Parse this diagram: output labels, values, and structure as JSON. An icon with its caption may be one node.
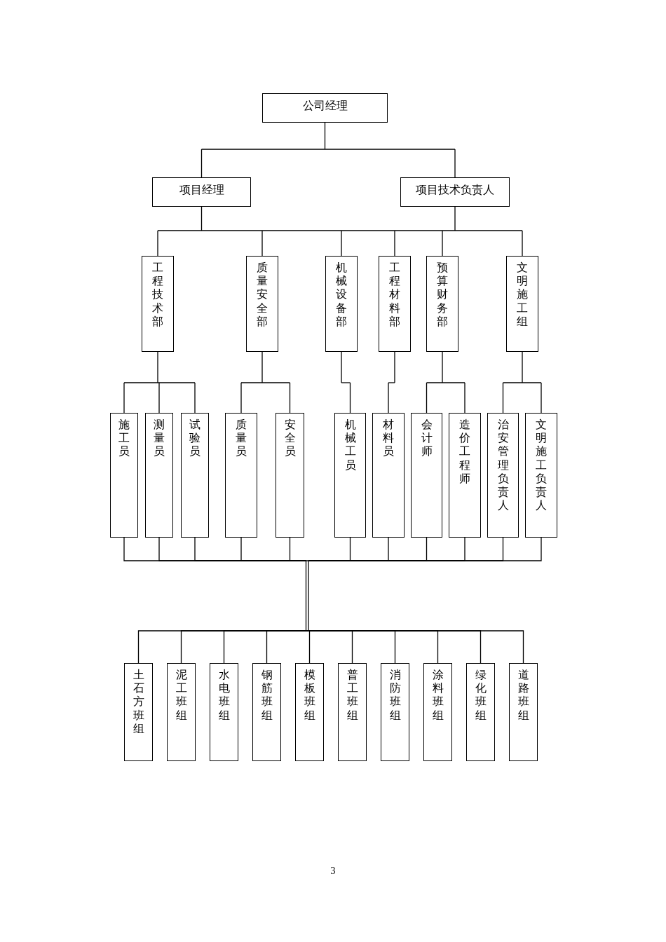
{
  "diagram": {
    "nodes": [
      {
        "text": [
          "公司经理"
        ]
      },
      {
        "text": [
          "项目经理"
        ]
      },
      {
        "text": [
          "项目技术负责人"
        ]
      },
      {
        "text": [
          "工程技术部"
        ]
      },
      {
        "text": [
          "质量安全部"
        ]
      },
      {
        "text": [
          "机械设备部"
        ]
      },
      {
        "text": [
          "工程材料部"
        ]
      },
      {
        "text": [
          "预算财务部"
        ]
      },
      {
        "text": [
          "文明施工组"
        ]
      },
      {
        "text": [
          "施工员"
        ]
      },
      {
        "text": [
          "测量员"
        ]
      },
      {
        "text": [
          "试验员"
        ]
      },
      {
        "text": [
          "质量员"
        ]
      },
      {
        "text": [
          "安全员"
        ]
      },
      {
        "text": [
          "机械工员"
        ]
      },
      {
        "text": [
          "材料员"
        ]
      },
      {
        "text": [
          "会计师"
        ]
      },
      {
        "text": [
          "造价工程师"
        ]
      },
      {
        "text": [
          "治安管理负责人"
        ]
      },
      {
        "text": [
          "文明施工负责人"
        ]
      },
      {
        "text": [
          "土石方班组"
        ]
      },
      {
        "text": [
          "泥工班组"
        ]
      },
      {
        "text": [
          "水电班组"
        ]
      },
      {
        "text": [
          "钢筋班组"
        ]
      },
      {
        "text": [
          "模板班组"
        ]
      },
      {
        "text": [
          "普工班组"
        ]
      },
      {
        "text": [
          "消防班组"
        ]
      },
      {
        "text": [
          "涂料班组"
        ]
      },
      {
        "text": [
          "绿化班组"
        ]
      },
      {
        "text": [
          "道路班组"
        ]
      }
    ],
    "edges": [
      {
        "from": 0,
        "to": 1,
        "arrow": "none"
      },
      {
        "from": 0,
        "to": 2,
        "arrow": "none"
      },
      {
        "from": 1,
        "to": 3,
        "arrow": "none"
      },
      {
        "from": 1,
        "to": 4,
        "arrow": "none"
      },
      {
        "from": 1,
        "to": 5,
        "arrow": "none"
      },
      {
        "from": 1,
        "to": 6,
        "arrow": "none"
      },
      {
        "from": 1,
        "to": 7,
        "arrow": "none"
      },
      {
        "from": 1,
        "to": 8,
        "arrow": "none"
      },
      {
        "from": 2,
        "to": 3,
        "arrow": "none"
      },
      {
        "from": 2,
        "to": 4,
        "arrow": "none"
      },
      {
        "from": 2,
        "to": 5,
        "arrow": "none"
      },
      {
        "from": 2,
        "to": 6,
        "arrow": "none"
      },
      {
        "from": 2,
        "to": 7,
        "arrow": "none"
      },
      {
        "from": 2,
        "to": 8,
        "arrow": "none"
      },
      {
        "from": 3,
        "to": 9,
        "arrow": "none"
      },
      {
        "from": 3,
        "to": 10,
        "arrow": "none"
      },
      {
        "from": 3,
        "to": 11,
        "arrow": "none"
      },
      {
        "from": 4,
        "to": 12,
        "arrow": "none"
      },
      {
        "from": 4,
        "to": 13,
        "arrow": "none"
      },
      {
        "from": 5,
        "to": 14,
        "arrow": "none"
      },
      {
        "from": 6,
        "to": 15,
        "arrow": "none"
      },
      {
        "from": 7,
        "to": 16,
        "arrow": "none"
      },
      {
        "from": 7,
        "to": 17,
        "arrow": "none"
      },
      {
        "from": 8,
        "to": 18,
        "arrow": "none"
      },
      {
        "from": 8,
        "to": 19,
        "arrow": "none"
      },
      {
        "from": 9,
        "to": 20,
        "arrow": "none"
      },
      {
        "from": 9,
        "to": 21,
        "arrow": "none"
      },
      {
        "from": 9,
        "to": 22,
        "arrow": "none"
      },
      {
        "from": 9,
        "to": 23,
        "arrow": "none"
      },
      {
        "from": 9,
        "to": 24,
        "arrow": "none"
      },
      {
        "from": 9,
        "to": 25,
        "arrow": "none"
      },
      {
        "from": 9,
        "to": 26,
        "arrow": "none"
      },
      {
        "from": 9,
        "to": 27,
        "arrow": "none"
      },
      {
        "from": 9,
        "to": 28,
        "arrow": "none"
      },
      {
        "from": 9,
        "to": 29,
        "arrow": "none"
      },
      {
        "from": 10,
        "to": 20,
        "arrow": "none"
      },
      {
        "from": 10,
        "to": 21,
        "arrow": "none"
      },
      {
        "from": 10,
        "to": 22,
        "arrow": "none"
      },
      {
        "from": 10,
        "to": 23,
        "arrow": "none"
      },
      {
        "from": 10,
        "to": 24,
        "arrow": "none"
      },
      {
        "from": 10,
        "to": 25,
        "arrow": "none"
      },
      {
        "from": 10,
        "to": 26,
        "arrow": "none"
      },
      {
        "from": 10,
        "to": 27,
        "arrow": "none"
      },
      {
        "from": 10,
        "to": 28,
        "arrow": "none"
      },
      {
        "from": 10,
        "to": 29,
        "arrow": "none"
      },
      {
        "from": 11,
        "to": 20,
        "arrow": "none"
      },
      {
        "from": 11,
        "to": 21,
        "arrow": "none"
      },
      {
        "from": 11,
        "to": 22,
        "arrow": "none"
      },
      {
        "from": 11,
        "to": 23,
        "arrow": "none"
      },
      {
        "from": 11,
        "to": 24,
        "arrow": "none"
      },
      {
        "from": 11,
        "to": 25,
        "arrow": "none"
      },
      {
        "from": 11,
        "to": 26,
        "arrow": "none"
      },
      {
        "from": 11,
        "to": 27,
        "arrow": "none"
      },
      {
        "from": 11,
        "to": 28,
        "arrow": "none"
      },
      {
        "from": 11,
        "to": 29,
        "arrow": "none"
      },
      {
        "from": 12,
        "to": 20,
        "arrow": "none"
      },
      {
        "from": 12,
        "to": 21,
        "arrow": "none"
      },
      {
        "from": 12,
        "to": 22,
        "arrow": "none"
      },
      {
        "from": 12,
        "to": 23,
        "arrow": "none"
      },
      {
        "from": 12,
        "to": 24,
        "arrow": "none"
      },
      {
        "from": 12,
        "to": 25,
        "arrow": "none"
      },
      {
        "from": 12,
        "to": 26,
        "arrow": "none"
      },
      {
        "from": 12,
        "to": 27,
        "arrow": "none"
      },
      {
        "from": 12,
        "to": 28,
        "arrow": "none"
      },
      {
        "from": 12,
        "to": 29,
        "arrow": "none"
      },
      {
        "from": 13,
        "to": 20,
        "arrow": "none"
      },
      {
        "from": 13,
        "to": 21,
        "arrow": "none"
      },
      {
        "from": 13,
        "to": 22,
        "arrow": "none"
      },
      {
        "from": 13,
        "to": 23,
        "arrow": "none"
      },
      {
        "from": 13,
        "to": 24,
        "arrow": "none"
      },
      {
        "from": 13,
        "to": 25,
        "arrow": "none"
      },
      {
        "from": 13,
        "to": 26,
        "arrow": "none"
      },
      {
        "from": 13,
        "to": 27,
        "arrow": "none"
      },
      {
        "from": 13,
        "to": 28,
        "arrow": "none"
      },
      {
        "from": 13,
        "to": 29,
        "arrow": "none"
      },
      {
        "from": 14,
        "to": 20,
        "arrow": "none"
      },
      {
        "from": 14,
        "to": 21,
        "arrow": "none"
      },
      {
        "from": 14,
        "to": 22,
        "arrow": "none"
      },
      {
        "from": 14,
        "to": 23,
        "arrow": "none"
      },
      {
        "from": 14,
        "to": 24,
        "arrow": "none"
      },
      {
        "from": 14,
        "to": 25,
        "arrow": "none"
      },
      {
        "from": 14,
        "to": 26,
        "arrow": "none"
      },
      {
        "from": 14,
        "to": 27,
        "arrow": "none"
      },
      {
        "from": 14,
        "to": 28,
        "arrow": "none"
      },
      {
        "from": 14,
        "to": 29,
        "arrow": "none"
      },
      {
        "from": 15,
        "to": 20,
        "arrow": "none"
      },
      {
        "from": 15,
        "to": 21,
        "arrow": "none"
      },
      {
        "from": 15,
        "to": 22,
        "arrow": "none"
      },
      {
        "from": 15,
        "to": 23,
        "arrow": "none"
      },
      {
        "from": 15,
        "to": 24,
        "arrow": "none"
      },
      {
        "from": 15,
        "to": 25,
        "arrow": "none"
      },
      {
        "from": 15,
        "to": 26,
        "arrow": "none"
      },
      {
        "from": 15,
        "to": 27,
        "arrow": "none"
      },
      {
        "from": 15,
        "to": 28,
        "arrow": "none"
      },
      {
        "from": 15,
        "to": 29,
        "arrow": "none"
      },
      {
        "from": 16,
        "to": 20,
        "arrow": "none"
      },
      {
        "from": 16,
        "to": 21,
        "arrow": "none"
      },
      {
        "from": 16,
        "to": 22,
        "arrow": "none"
      },
      {
        "from": 16,
        "to": 23,
        "arrow": "none"
      },
      {
        "from": 16,
        "to": 24,
        "arrow": "none"
      },
      {
        "from": 16,
        "to": 25,
        "arrow": "none"
      },
      {
        "from": 16,
        "to": 26,
        "arrow": "none"
      },
      {
        "from": 16,
        "to": 27,
        "arrow": "none"
      },
      {
        "from": 16,
        "to": 28,
        "arrow": "none"
      },
      {
        "from": 16,
        "to": 29,
        "arrow": "none"
      },
      {
        "from": 17,
        "to": 20,
        "arrow": "none"
      },
      {
        "from": 17,
        "to": 21,
        "arrow": "none"
      },
      {
        "from": 17,
        "to": 22,
        "arrow": "none"
      },
      {
        "from": 17,
        "to": 23,
        "arrow": "none"
      },
      {
        "from": 17,
        "to": 24,
        "arrow": "none"
      },
      {
        "from": 17,
        "to": 25,
        "arrow": "none"
      },
      {
        "from": 17,
        "to": 26,
        "arrow": "none"
      },
      {
        "from": 17,
        "to": 27,
        "arrow": "none"
      },
      {
        "from": 17,
        "to": 28,
        "arrow": "none"
      },
      {
        "from": 17,
        "to": 29,
        "arrow": "none"
      },
      {
        "from": 18,
        "to": 20,
        "arrow": "none"
      },
      {
        "from": 18,
        "to": 21,
        "arrow": "none"
      },
      {
        "from": 18,
        "to": 22,
        "arrow": "none"
      },
      {
        "from": 18,
        "to": 23,
        "arrow": "none"
      },
      {
        "from": 18,
        "to": 24,
        "arrow": "none"
      },
      {
        "from": 18,
        "to": 25,
        "arrow": "none"
      },
      {
        "from": 18,
        "to": 26,
        "arrow": "none"
      },
      {
        "from": 18,
        "to": 27,
        "arrow": "none"
      },
      {
        "from": 18,
        "to": 28,
        "arrow": "none"
      },
      {
        "from": 18,
        "to": 29,
        "arrow": "none"
      },
      {
        "from": 19,
        "to": 20,
        "arrow": "none"
      },
      {
        "from": 19,
        "to": 21,
        "arrow": "none"
      },
      {
        "from": 19,
        "to": 22,
        "arrow": "none"
      },
      {
        "from": 19,
        "to": 23,
        "arrow": "none"
      },
      {
        "from": 19,
        "to": 24,
        "arrow": "none"
      },
      {
        "from": 19,
        "to": 25,
        "arrow": "none"
      },
      {
        "from": 19,
        "to": 26,
        "arrow": "none"
      },
      {
        "from": 19,
        "to": 27,
        "arrow": "none"
      },
      {
        "from": 19,
        "to": 28,
        "arrow": "none"
      },
      {
        "from": 19,
        "to": 29,
        "arrow": "none"
      }
    ],
    "labels": [
      "3"
    ]
  }
}
